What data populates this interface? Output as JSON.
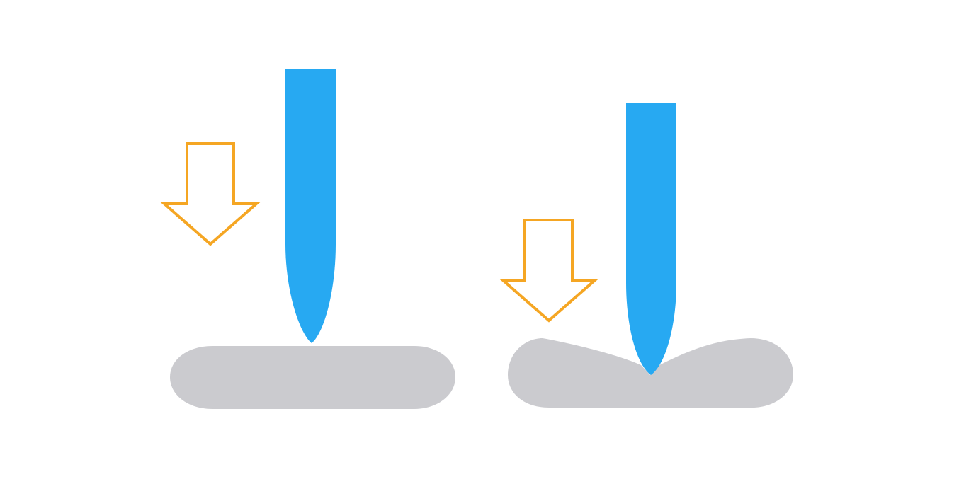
{
  "diagram": {
    "panels": [
      {
        "id": "before",
        "state": "probe touching surface, no deformation"
      },
      {
        "id": "after",
        "state": "probe pressing into surface, surface deformed"
      }
    ]
  },
  "colors": {
    "background": "#ffffff",
    "probe": "#27a9f2",
    "arrow": "#f5a623",
    "surface": "#cbcbcf"
  },
  "icons": {
    "force_arrow": "down-arrow-outline-icon",
    "probe": "needle-probe-icon"
  }
}
